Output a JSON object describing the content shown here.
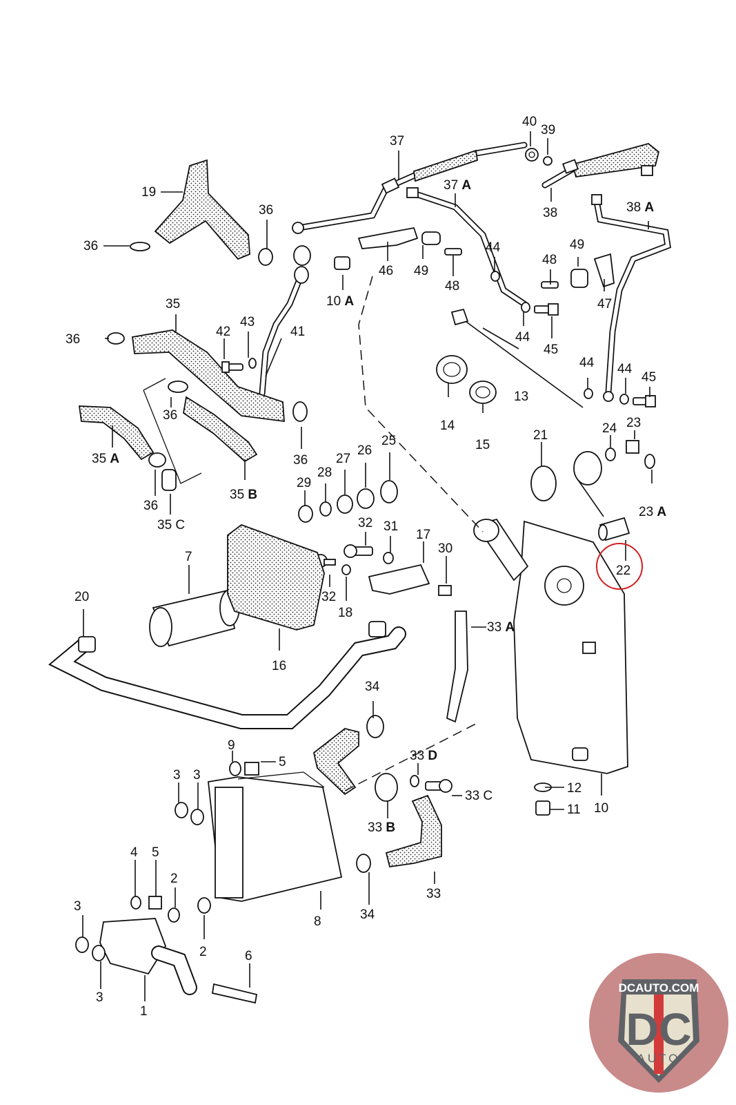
{
  "title": "Engine oil system exploded parts diagram",
  "highlight": {
    "label": "22",
    "color": "#d11f1f"
  },
  "labels": [
    {
      "id": "1",
      "text": "1"
    },
    {
      "id": "2a",
      "text": "2"
    },
    {
      "id": "2b",
      "text": "2"
    },
    {
      "id": "3a",
      "text": "3"
    },
    {
      "id": "3b",
      "text": "3"
    },
    {
      "id": "3c",
      "text": "3"
    },
    {
      "id": "3d",
      "text": "3"
    },
    {
      "id": "4",
      "text": "4"
    },
    {
      "id": "5a",
      "text": "5"
    },
    {
      "id": "5b",
      "text": "5"
    },
    {
      "id": "6",
      "text": "6"
    },
    {
      "id": "7",
      "text": "7"
    },
    {
      "id": "8",
      "text": "8"
    },
    {
      "id": "9",
      "text": "9"
    },
    {
      "id": "10",
      "text": "10"
    },
    {
      "id": "10A",
      "text": "10",
      "suffix": "A"
    },
    {
      "id": "11",
      "text": "11"
    },
    {
      "id": "12",
      "text": "12"
    },
    {
      "id": "13",
      "text": "13"
    },
    {
      "id": "14",
      "text": "14"
    },
    {
      "id": "15",
      "text": "15"
    },
    {
      "id": "16",
      "text": "16"
    },
    {
      "id": "17",
      "text": "17"
    },
    {
      "id": "18",
      "text": "18"
    },
    {
      "id": "19",
      "text": "19"
    },
    {
      "id": "20",
      "text": "20"
    },
    {
      "id": "21",
      "text": "21"
    },
    {
      "id": "22",
      "text": "22"
    },
    {
      "id": "23",
      "text": "23"
    },
    {
      "id": "23A",
      "text": "23",
      "suffix": "A"
    },
    {
      "id": "24",
      "text": "24"
    },
    {
      "id": "25",
      "text": "25"
    },
    {
      "id": "26",
      "text": "26"
    },
    {
      "id": "27",
      "text": "27"
    },
    {
      "id": "28",
      "text": "28"
    },
    {
      "id": "29",
      "text": "29"
    },
    {
      "id": "30",
      "text": "30"
    },
    {
      "id": "31",
      "text": "31"
    },
    {
      "id": "32a",
      "text": "32"
    },
    {
      "id": "32b",
      "text": "32"
    },
    {
      "id": "33",
      "text": "33"
    },
    {
      "id": "33A",
      "text": "33",
      "suffix": "A"
    },
    {
      "id": "33B",
      "text": "33",
      "suffix": "B"
    },
    {
      "id": "33C",
      "text": "33",
      "suffix": "C"
    },
    {
      "id": "33D",
      "text": "33",
      "suffix": "D"
    },
    {
      "id": "34a",
      "text": "34"
    },
    {
      "id": "34b",
      "text": "34"
    },
    {
      "id": "35",
      "text": "35"
    },
    {
      "id": "35A",
      "text": "35",
      "suffix": "A"
    },
    {
      "id": "35B",
      "text": "35",
      "suffix": "B"
    },
    {
      "id": "35C",
      "text": "35",
      "suffix": "C"
    },
    {
      "id": "36a",
      "text": "36"
    },
    {
      "id": "36b",
      "text": "36"
    },
    {
      "id": "36c",
      "text": "36"
    },
    {
      "id": "36d",
      "text": "36"
    },
    {
      "id": "36e",
      "text": "36"
    },
    {
      "id": "36f",
      "text": "36"
    },
    {
      "id": "37",
      "text": "37"
    },
    {
      "id": "37A",
      "text": "37",
      "suffix": "A"
    },
    {
      "id": "38",
      "text": "38"
    },
    {
      "id": "38A",
      "text": "38",
      "suffix": "A"
    },
    {
      "id": "39",
      "text": "39"
    },
    {
      "id": "40",
      "text": "40"
    },
    {
      "id": "41",
      "text": "41"
    },
    {
      "id": "42",
      "text": "42"
    },
    {
      "id": "43",
      "text": "43"
    },
    {
      "id": "44a",
      "text": "44"
    },
    {
      "id": "44b",
      "text": "44"
    },
    {
      "id": "44c",
      "text": "44"
    },
    {
      "id": "44d",
      "text": "44"
    },
    {
      "id": "45a",
      "text": "45"
    },
    {
      "id": "45b",
      "text": "45"
    },
    {
      "id": "46",
      "text": "46"
    },
    {
      "id": "47",
      "text": "47"
    },
    {
      "id": "48a",
      "text": "48"
    },
    {
      "id": "48b",
      "text": "48"
    },
    {
      "id": "49a",
      "text": "49"
    },
    {
      "id": "49b",
      "text": "49"
    }
  ],
  "logo": {
    "top_text": "DCAUTO.COM",
    "letters": "DC",
    "bottom_text": "AUTO",
    "bg_color": "#c98a8a",
    "shield_color": "#e7e0cc",
    "stripe_color": "#d33b3b",
    "letter_color": "#5f6266"
  }
}
